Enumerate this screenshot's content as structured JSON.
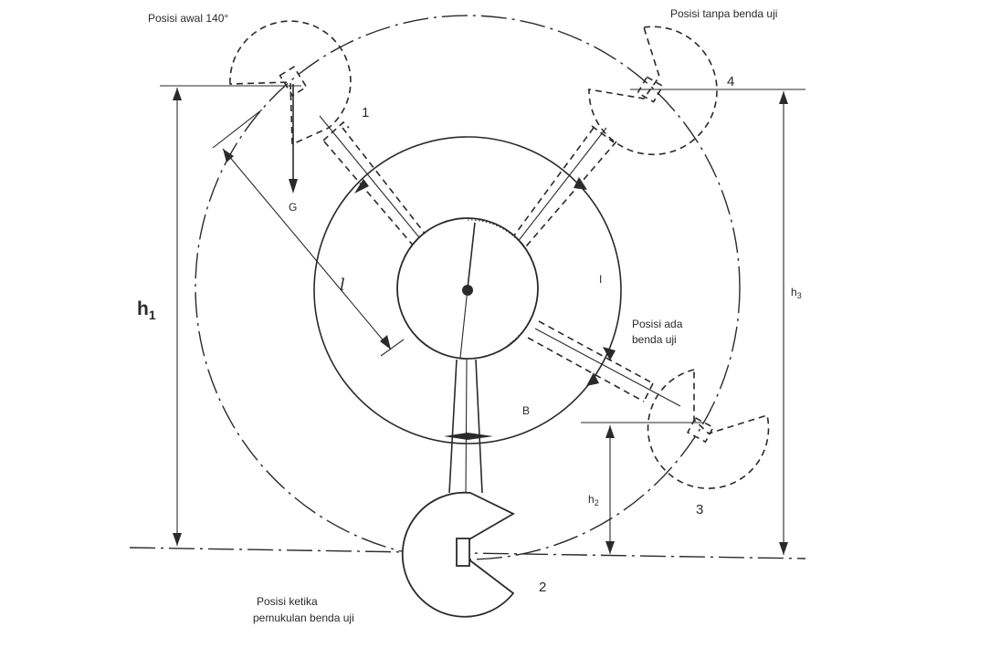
{
  "labels": {
    "start_position": "Posisi awal 140°",
    "position_without_specimen": "Posisi tanpa benda uji",
    "position_with_specimen_line1": "Posisi ada",
    "position_with_specimen_line2": "benda uji",
    "impact_position_line1": "Posisi ketika",
    "impact_position_line2": "pemukulan benda uji",
    "weight": "G",
    "arm_length": "l",
    "height_1_main": "h",
    "height_1_sub": "1",
    "height_2_main": "h",
    "height_2_sub": "2",
    "height_3_main": "h",
    "height_3_sub": "3",
    "arc_b": "B",
    "arc_1": "I",
    "marker_1": "1",
    "marker_2": "2",
    "marker_3": "3",
    "marker_4": "4"
  }
}
